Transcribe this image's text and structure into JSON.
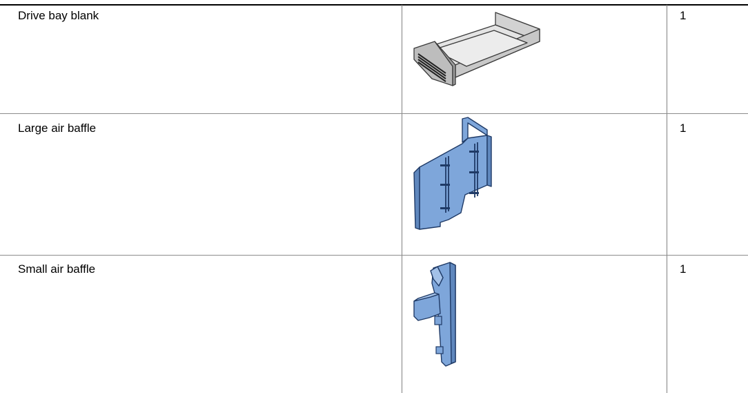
{
  "rows": [
    {
      "description": "Drive bay blank",
      "quantity": "1",
      "illustration": "drive-bay-blank-illustration"
    },
    {
      "description": "Large air baffle",
      "quantity": "1",
      "illustration": "large-air-baffle-illustration"
    },
    {
      "description": "Small air baffle",
      "quantity": "1",
      "illustration": "small-air-baffle-illustration"
    }
  ],
  "colors": {
    "baffle_fill": "#7ea6da",
    "baffle_edge": "#1f3a66",
    "blank_fill": "#e4e4e4",
    "blank_edge": "#3a3a3a"
  }
}
